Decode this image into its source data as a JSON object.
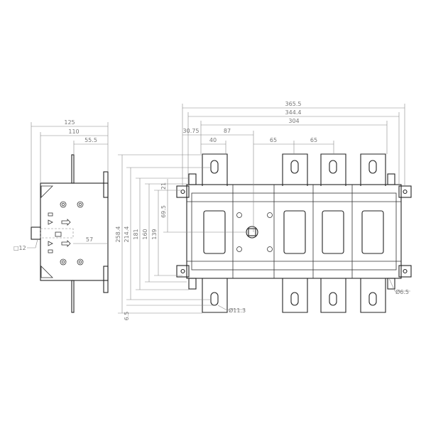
{
  "side_view": {
    "dimensions": {
      "overall_depth": "125",
      "body_depth": "110",
      "terminal_offset": "55.5",
      "handle_axis": "57",
      "square_shaft": "□12"
    }
  },
  "front_view": {
    "width_dimensions": {
      "overall": "365.5",
      "mounting": "344.4",
      "terminal_span": "304",
      "edge_offset": "30.75",
      "first_gap": "87",
      "terminal_width": "40",
      "pole_pitch_1": "65",
      "pole_pitch_2": "65"
    },
    "height_dimensions": {
      "overall": "258.4",
      "terminal_holes": "214.4",
      "ears": "181",
      "body": "160",
      "mounting_holes": "139",
      "handle_center": "69.5",
      "top_offset": "21",
      "hole_offset": "6.5"
    },
    "hole_diameters": {
      "terminal_hole": "Ø11.3",
      "mounting_hole": "Ø6.5"
    }
  }
}
